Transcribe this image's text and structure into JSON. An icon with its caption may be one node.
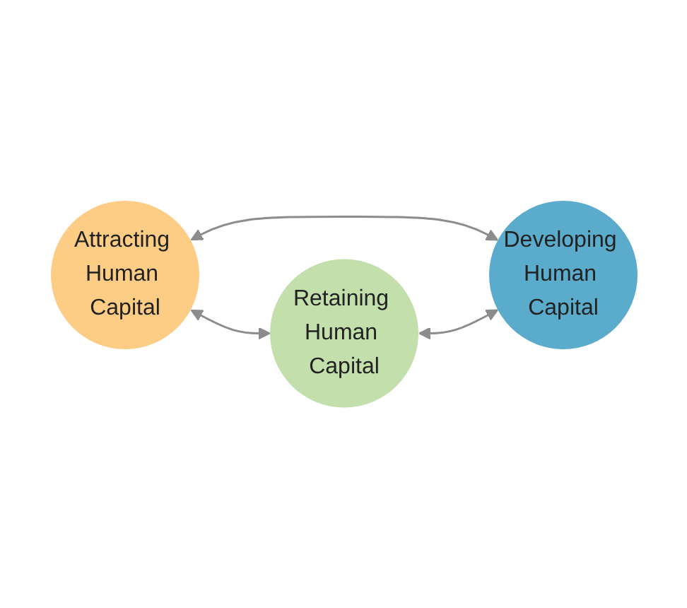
{
  "diagram": {
    "nodes": [
      {
        "text": [
          "Attracting Human Capital"
        ]
      },
      {
        "text": [
          "Developing Human Capital"
        ]
      },
      {
        "text": [
          "Retaining Human Capital"
        ]
      }
    ],
    "edges": [
      {
        "from": 0,
        "to": 1,
        "arrow": "both"
      },
      {
        "from": 0,
        "to": 2,
        "arrow": "both"
      },
      {
        "from": 2,
        "to": 1,
        "arrow": "both"
      }
    ]
  }
}
